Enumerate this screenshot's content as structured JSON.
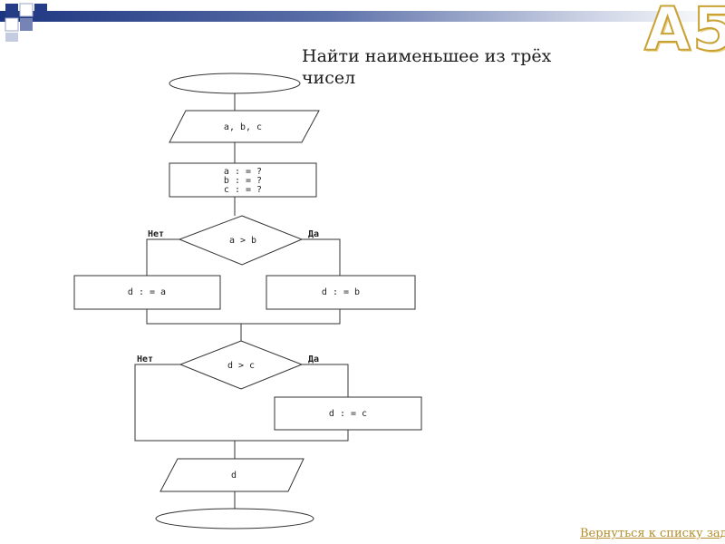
{
  "slide": {
    "title": "Найти наименьшее из трёх чисел",
    "badge": "А5",
    "back_link": "Вернуться к списку зад"
  },
  "flowchart": {
    "input_label": "a, b, c",
    "init_lines": [
      "a : = ?",
      "b : = ?",
      "c : = ?"
    ],
    "decision1": "a > b",
    "assign_no1": "d : = a",
    "assign_yes1": "d : = b",
    "decision2": "d > c",
    "assign_yes2": "d : = c",
    "output_label": "d",
    "no_label": "Нет",
    "yes_label": "Да"
  },
  "colors": {
    "header_band": "#243d86",
    "deco_square": "#243d86",
    "badge_outline": "#c9a235",
    "link": "#b38d2b"
  }
}
